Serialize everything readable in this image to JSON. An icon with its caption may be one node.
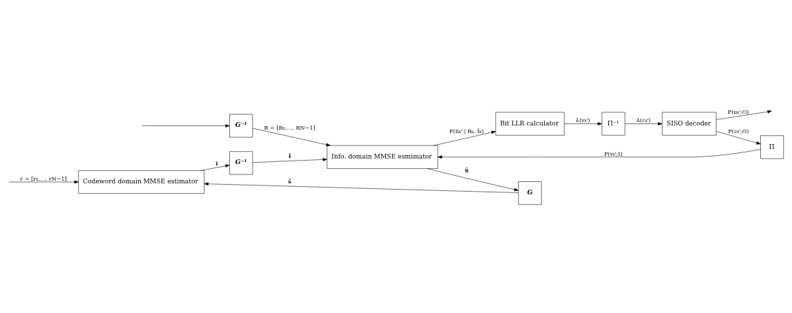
{
  "diagram": {
    "nodes": [
      {
        "text": [
          "Codeword domain MMSE estimator"
        ]
      },
      {
        "text": [
          "G"
        ]
      },
      {
        "text": [
          "G⁻¹"
        ]
      },
      {
        "text": [
          "G⁻¹"
        ]
      },
      {
        "text": [
          "Info. domain MMSE esmimator"
        ]
      },
      {
        "text": [
          "Bit LLR calculator"
        ]
      },
      {
        "text": [
          "Π⁻¹"
        ]
      },
      {
        "text": [
          "SISO decoder"
        ]
      },
      {
        "text": [
          "Π"
        ]
      }
    ],
    "edges": [
      {
        "from": null,
        "to": 0,
        "arrow": "to",
        "label": "r = [r₀,…, rN−1]"
      },
      {
        "from": null,
        "to": 2,
        "arrow": "to"
      },
      {
        "from": 1,
        "to": 0,
        "arrow": "to",
        "label": "s̃"
      },
      {
        "from": 0,
        "to": 3,
        "arrow": "to",
        "label": "ĩ"
      },
      {
        "from": 3,
        "to": 4,
        "arrow": "to",
        "label": "Ĩ"
      },
      {
        "from": 2,
        "to": 4,
        "arrow": "to",
        "label": "R = [R₀,…, RN−1]"
      },
      {
        "from": 4,
        "to": 1,
        "arrow": "to",
        "label": "S̃"
      },
      {
        "from": 4,
        "to": 5,
        "arrow": "to",
        "label": "P(Sₖⁱ | Rₖ, Ĩₖ)"
      },
      {
        "from": 5,
        "to": 6,
        "arrow": "to",
        "label": "λ(vₖⁱ)"
      },
      {
        "from": 6,
        "to": 7,
        "arrow": "to",
        "label": "λ(cₖⁱ)"
      },
      {
        "from": 7,
        "to": null,
        "arrow": "to",
        "label": "P(uₖⁱ;O)"
      },
      {
        "from": 7,
        "to": 8,
        "arrow": "to",
        "label": "P(cₖⁱ;O)"
      },
      {
        "from": 8,
        "to": 4,
        "arrow": "to",
        "label": "P(vₖⁱ;I)"
      }
    ]
  }
}
